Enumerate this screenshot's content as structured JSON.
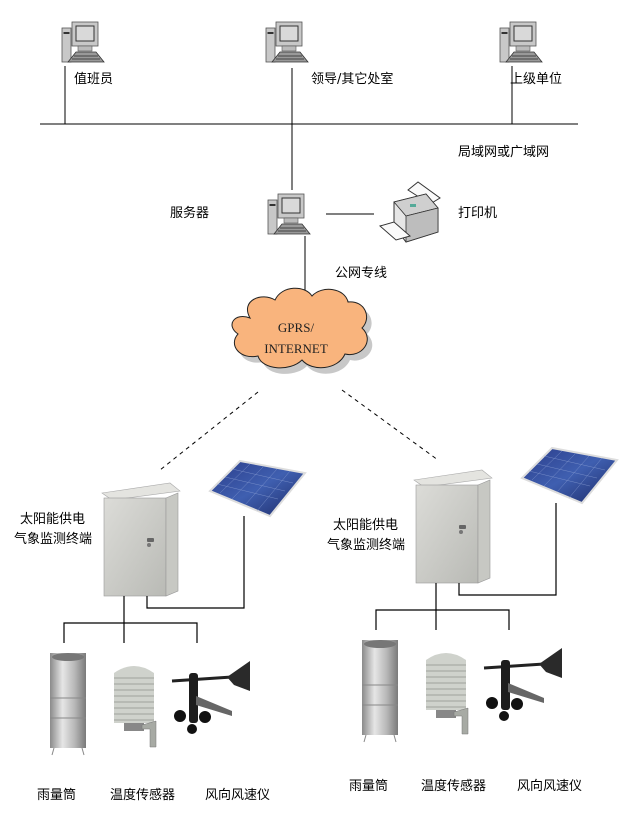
{
  "top_nodes": [
    {
      "label": "值班员"
    },
    {
      "label": "领导/其它处室"
    },
    {
      "label": "上级单位"
    }
  ],
  "network": {
    "label": "局域网或广域网"
  },
  "server": {
    "label": "服务器"
  },
  "printer": {
    "label": "打印机"
  },
  "public_line": {
    "label": "公网专线"
  },
  "cloud": {
    "line1": "GPRS/",
    "line2": "INTERNET",
    "fill": "#f9b47d"
  },
  "stations": [
    {
      "title_line1": "太阳能供电",
      "title_line2": "气象监测终端",
      "sensors": [
        {
          "label": "雨量筒"
        },
        {
          "label": "温度传感器"
        },
        {
          "label": "风向风速仪"
        }
      ]
    },
    {
      "title_line1": "太阳能供电",
      "title_line2": "气象监测终端",
      "sensors": [
        {
          "label": "雨量筒"
        },
        {
          "label": "温度传感器"
        },
        {
          "label": "风向风速仪"
        }
      ]
    }
  ]
}
